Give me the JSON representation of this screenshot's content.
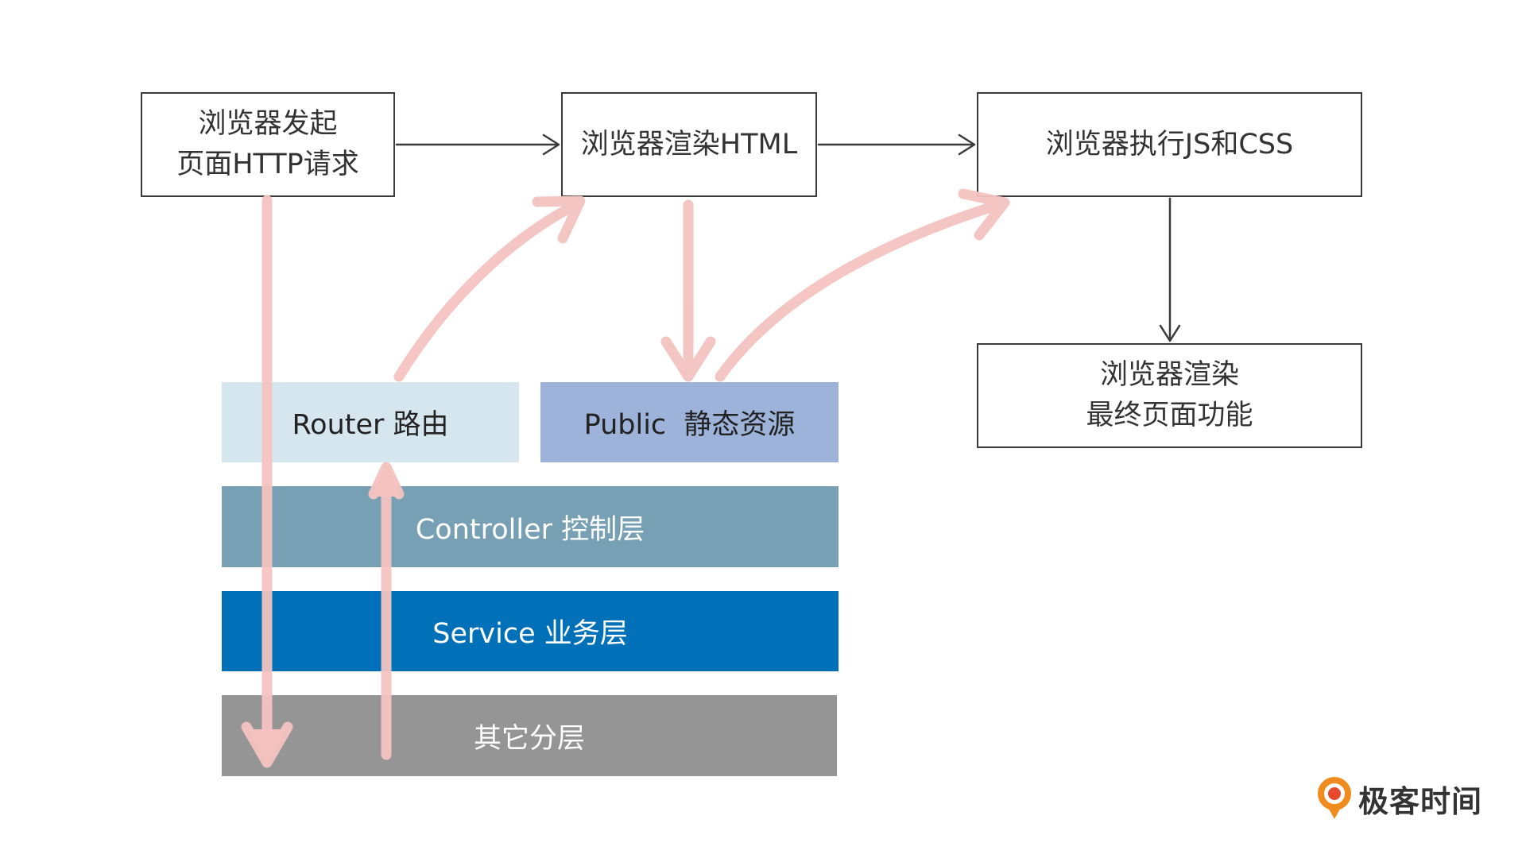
{
  "flow": {
    "request_line1": "浏览器发起",
    "request_line2": "页面HTTP请求",
    "render_html": "浏览器渲染HTML",
    "execute": "浏览器执行JS和CSS",
    "final_line1": "浏览器渲染",
    "final_line2": "最终页面功能"
  },
  "layers": {
    "router": "Router 路由",
    "public": "Public  静态资源",
    "controller": "Controller 控制层",
    "service": "Service 业务层",
    "other": "其它分层"
  },
  "colors": {
    "router": "#d6e6ef",
    "public": "#9db3d9",
    "controller": "#77a0b4",
    "service": "#0071b8",
    "other": "#959595",
    "pink_arrow": "#f4c3c0",
    "border": "#3a3a3a",
    "logo_orange": "#f08c1f"
  },
  "logo": {
    "text": "极客时间",
    "icon": "geektime-logo-icon"
  }
}
